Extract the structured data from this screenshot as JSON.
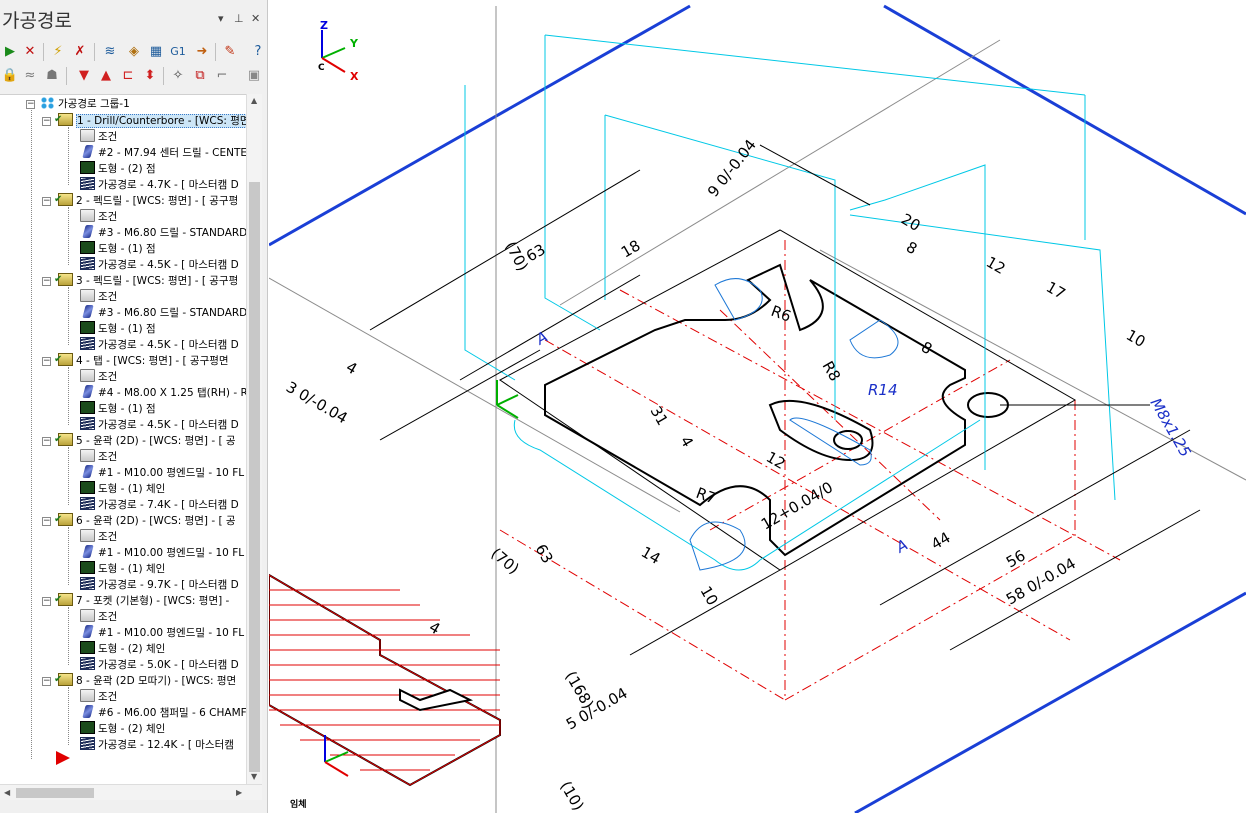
{
  "panel": {
    "title": "가공경로",
    "pin_glyph": "▾",
    "dock_glyph": "⊥",
    "close_glyph": "✕"
  },
  "toolbar": {
    "g1_label": "G1"
  },
  "tree": {
    "root_label": "가공경로 그룹-1",
    "operations": [
      {
        "label": "1 - Drill/Counterbore - [WCS: 평면",
        "selected": true,
        "children": [
          "조건",
          "#2 - M7.94 센터 드릴 - CENTE",
          "도형 - (2) 점",
          "가공경로 - 4.7K - [ 마스터캠 D"
        ]
      },
      {
        "label": "2 - 펙드릴 - [WCS: 평면] - [  공구평",
        "children": [
          "조건",
          "#3 - M6.80 드릴 - STANDARD",
          "도형 - (1) 점",
          "가공경로 - 4.5K - [ 마스터캠 D"
        ]
      },
      {
        "label": "3 - 펙드릴 - [WCS: 평면] - [  공구평",
        "children": [
          "조건",
          "#3 - M6.80 드릴 - STANDARD",
          "도형 - (1) 점",
          "가공경로 - 4.5K - [ 마스터캠 D"
        ]
      },
      {
        "label": "4 - 탭 - [WCS: 평면] - [  공구평면",
        "children": [
          "조건",
          "#4 - M8.00 X 1.25 탭(RH) -  R",
          "도형 - (1) 점",
          "가공경로 - 4.5K - [ 마스터캠 D"
        ]
      },
      {
        "label": "5 - 윤곽 (2D) - [WCS: 평면] - [  공",
        "children": [
          "조건",
          "#1 - M10.00 평엔드밀 - 10 FL",
          "도형 - (1) 체인",
          "가공경로 - 7.4K - [ 마스터캠 D"
        ]
      },
      {
        "label": "6 - 윤곽 (2D) - [WCS: 평면] - [  공",
        "children": [
          "조건",
          "#1 - M10.00 평엔드밀 - 10 FL",
          "도형 - (1) 체인",
          "가공경로 - 9.7K - [ 마스터캠 D"
        ]
      },
      {
        "label": "7 - 포켓 (기본형) - [WCS: 평면] -",
        "children": [
          "조건",
          "#1 - M10.00 평엔드밀 - 10 FL",
          "도형 - (2) 체인",
          "가공경로 - 5.0K - [ 마스터캠 D"
        ]
      },
      {
        "label": "8 - 윤곽 (2D 모따기) - [WCS: 평면",
        "children": [
          "조건",
          "#6 - M6.00 챔퍼밀 - 6 CHAMF",
          "도형 - (2) 체인",
          "가공경로 - 12.4K - [ 마스터캠"
        ]
      }
    ]
  },
  "viewport": {
    "view_name": "임체",
    "axis_labels": {
      "x": "X",
      "y": "Y",
      "z": "Z",
      "c": "C"
    },
    "dimensions": [
      "9 0/-0.04",
      "(70)",
      "63",
      "18",
      "20",
      "8",
      "12",
      "17",
      "10",
      "R6",
      "8",
      "R8",
      "R14",
      "M8x1.25",
      "31",
      "4",
      "3 0/-0.04",
      "4",
      "12",
      "12+0.04/0",
      "R7",
      "14",
      "63",
      "(70)",
      "10",
      "44",
      "56",
      "58 0/-0.04",
      "4",
      "(168)",
      "5 0/-0.04",
      "(10)",
      "A",
      "A"
    ],
    "colors": {
      "part": "#000000",
      "toolpath": "#00c8e6",
      "wireframe": "#1a3fd6",
      "centerline": "#e00000",
      "boundary": "#0000dc"
    }
  }
}
